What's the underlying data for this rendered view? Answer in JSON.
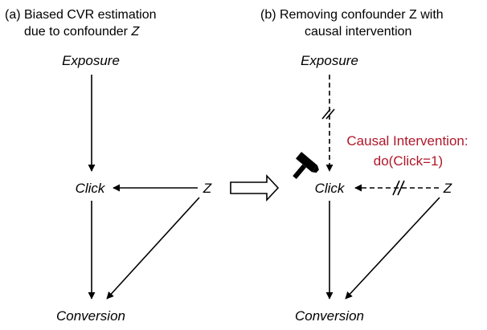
{
  "panel_a": {
    "title_line1": "(a) Biased CVR estimation",
    "title_line2_prefix": "due to confounder ",
    "title_line2_var": "Z",
    "nodes": {
      "exposure": "Exposure",
      "click": "Click",
      "z": "Z",
      "conversion": "Conversion"
    }
  },
  "panel_b": {
    "title_line1": "(b) Removing confounder Z with",
    "title_line2": "causal intervention",
    "nodes": {
      "exposure": "Exposure",
      "click": "Click",
      "z": "Z",
      "conversion": "Conversion"
    },
    "intervention_line1": "Causal Intervention:",
    "intervention_line2": "do(Click=1)",
    "intervention_color": "#b0172a"
  },
  "icons": [
    "hammer-icon",
    "transition-arrow-icon"
  ]
}
